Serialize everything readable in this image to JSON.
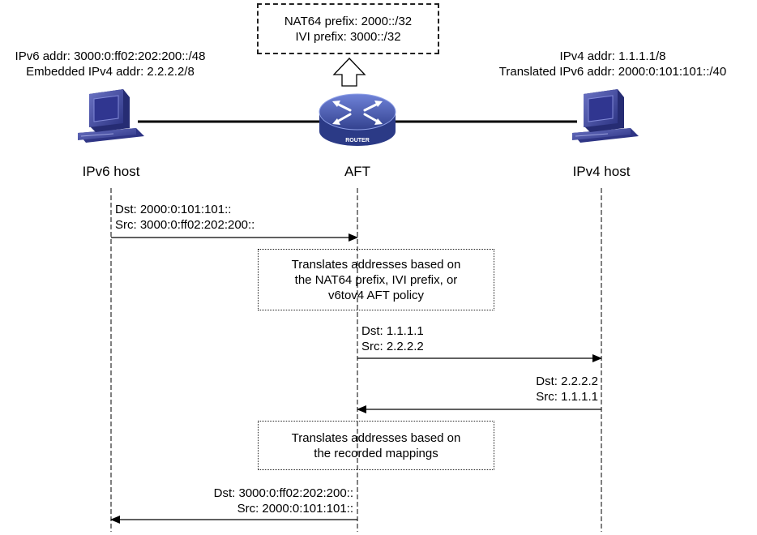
{
  "prefix_box": {
    "line1": "NAT64 prefix: 2000::/32",
    "line2": "IVI prefix: 3000::/32"
  },
  "ipv6_host": {
    "addr": "IPv6 addr: 3000:0:ff02:202:200::/48",
    "embedded": "Embedded IPv4 addr: 2.2.2.2/8",
    "label": "IPv6 host",
    "icon": "computer-icon"
  },
  "aft": {
    "label": "AFT",
    "icon": "router-icon",
    "router_text": "ROUTER"
  },
  "ipv4_host": {
    "addr": "IPv4 addr: 1.1.1.1/8",
    "translated": "Translated IPv6 addr: 2000:0:101:101::/40",
    "label": "IPv4 host",
    "icon": "computer-icon"
  },
  "messages": [
    {
      "dst": "Dst: 2000:0:101:101::",
      "src": "Src: 3000:0:ff02:202:200::"
    },
    {
      "dst": "Dst: 1.1.1.1",
      "src": "Src: 2.2.2.2"
    },
    {
      "dst": "Dst: 2.2.2.2",
      "src": "Src: 1.1.1.1"
    },
    {
      "dst": "Dst: 3000:0:ff02:202:200::",
      "src": "Src: 2000:0:101:101::"
    }
  ],
  "notes": [
    {
      "line1": "Translates addresses based on",
      "line2": "the NAT64 prefix, IVI prefix, or",
      "line3": "v6tov4 AFT policy"
    },
    {
      "line1": "Translates addresses based on",
      "line2": "the recorded mappings"
    }
  ],
  "colors": {
    "host_body": "#4a52a6",
    "host_screen": "#2f3590",
    "router_body": "#3d4ea8",
    "line": "#000000"
  }
}
